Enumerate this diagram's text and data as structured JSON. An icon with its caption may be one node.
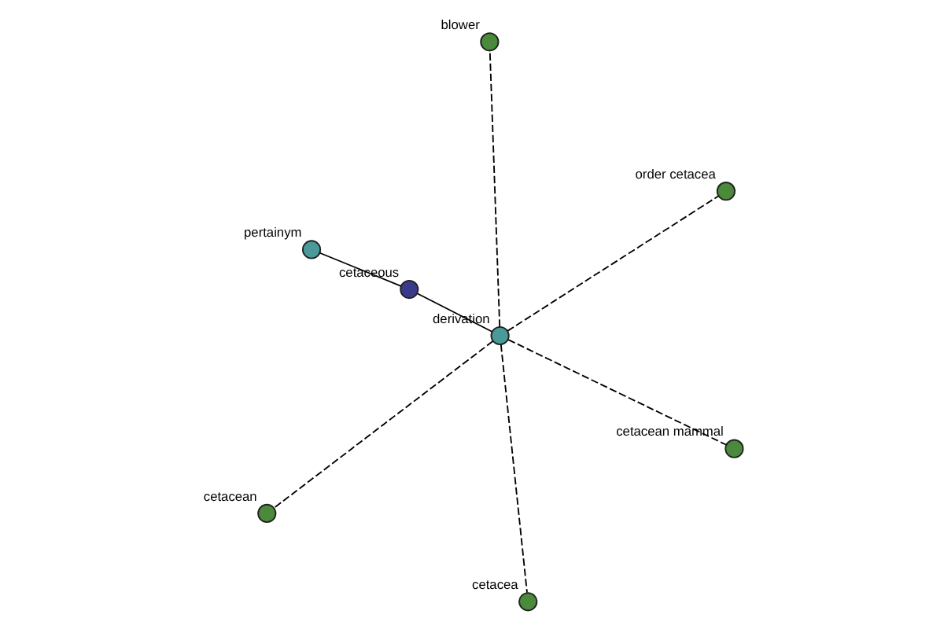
{
  "diagram": {
    "nodes": [
      {
        "text": [],
        "shape": "circle",
        "beside": [
          "pertainym"
        ]
      },
      {
        "text": [],
        "shape": "circle",
        "beside": [
          "order cetacea"
        ]
      },
      {
        "text": [],
        "shape": "circle",
        "beside": [
          "cetacea"
        ]
      },
      {
        "text": [],
        "shape": "circle",
        "beside": [
          "cetaceous"
        ]
      },
      {
        "text": [],
        "shape": "circle",
        "beside": [
          "derivation"
        ]
      },
      {
        "text": [],
        "shape": "circle",
        "beside": [
          "blower"
        ]
      },
      {
        "text": [],
        "shape": "circle",
        "beside": [
          "cetacean"
        ]
      },
      {
        "text": [],
        "shape": "circle",
        "beside": [
          "cetacean mammal"
        ]
      }
    ],
    "edges": [
      {
        "from": 0,
        "to": 3,
        "arrow": "none"
      },
      {
        "from": 3,
        "to": 4,
        "arrow": "none"
      },
      {
        "from": 4,
        "to": 1,
        "arrow": "none",
        "style": "dashed"
      },
      {
        "from": 4,
        "to": 2,
        "arrow": "none",
        "style": "dashed"
      },
      {
        "from": 4,
        "to": 5,
        "arrow": "none",
        "style": "dashed"
      },
      {
        "from": 4,
        "to": 6,
        "arrow": "none",
        "style": "dashed"
      },
      {
        "from": 4,
        "to": 7,
        "arrow": "none",
        "style": "dashed"
      }
    ]
  }
}
